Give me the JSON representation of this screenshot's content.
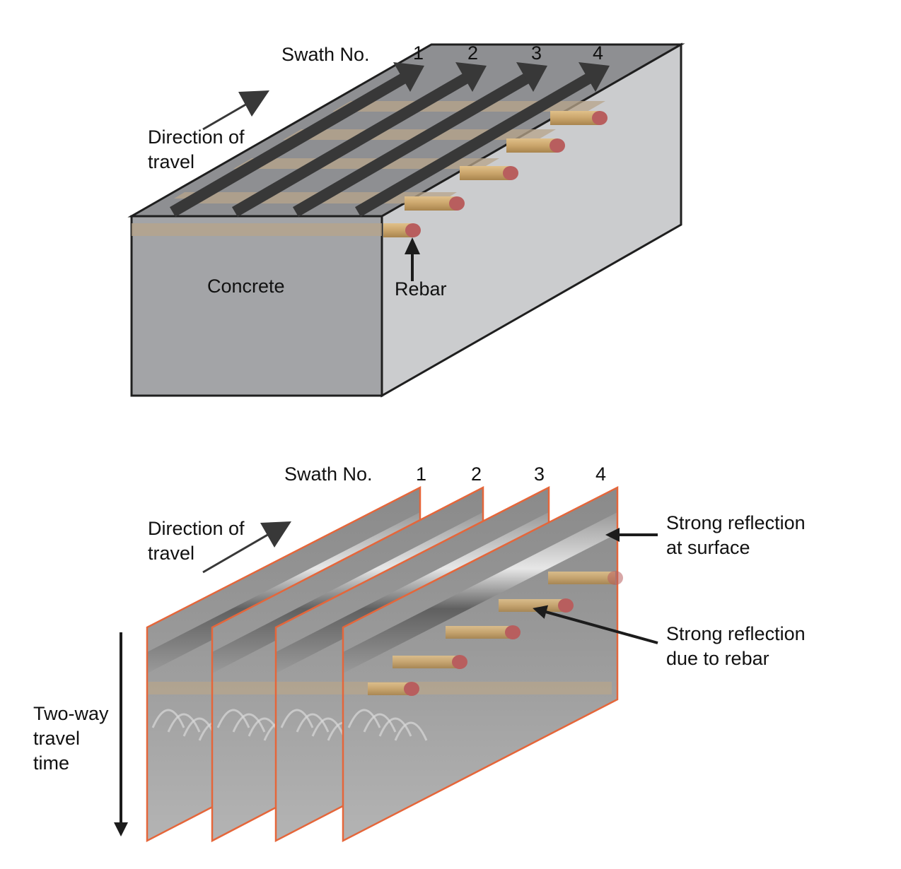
{
  "colors": {
    "top_face": "#8e8f92",
    "front_face": "#a3a4a7",
    "side_face": "#cbccce",
    "outline": "#1f1f1f",
    "swath_arrow": "#383838",
    "rebar_body": "#caa56b",
    "rebar_end": "#b85e5e",
    "rebar_band": "#b8a58a",
    "panel_border": "#e5663a",
    "panel_gray": "#8f8f8f",
    "panel_gray_light": "#a8a8a8",
    "label_arrow": "#1c1c1c"
  },
  "icons": {
    "direction_arrow": "arrow-up-right-icon",
    "pointer_arrow": "arrow-pointer-icon"
  },
  "top_diagram": {
    "swath_label": "Swath No.",
    "swath_numbers": [
      "1",
      "2",
      "3",
      "4"
    ],
    "direction_line1": "Direction of",
    "direction_line2": "travel",
    "concrete_label": "Concrete",
    "rebar_label": "Rebar"
  },
  "bottom_diagram": {
    "swath_label": "Swath No.",
    "swath_numbers": [
      "1",
      "2",
      "3",
      "4"
    ],
    "direction_line1": "Direction of",
    "direction_line2": "travel",
    "surface_line1": "Strong reflection",
    "surface_line2": "at surface",
    "rebar_line1": "Strong reflection",
    "rebar_line2": "due to rebar",
    "time_line1": "Two-way",
    "time_line2": "travel",
    "time_line3": "time"
  }
}
